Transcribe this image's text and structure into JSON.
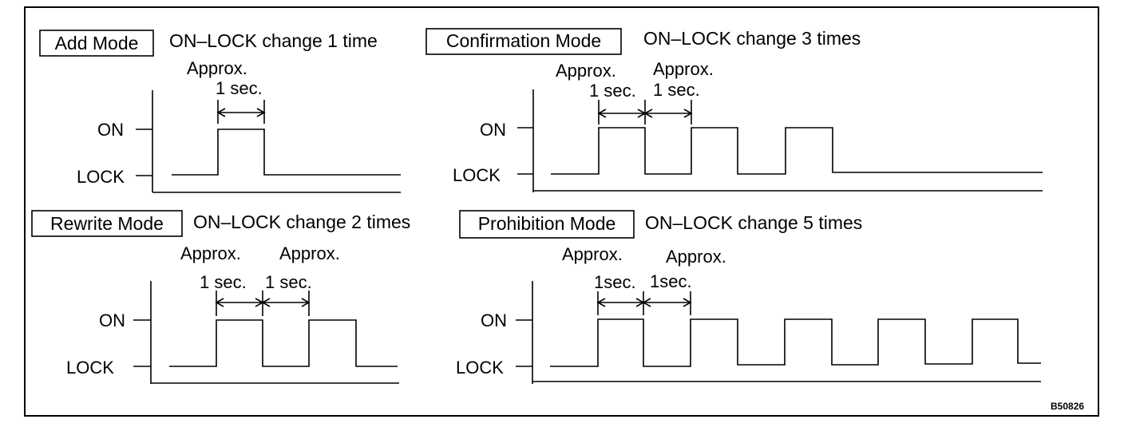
{
  "colors": {
    "ink": "#000000",
    "paper": "#ffffff"
  },
  "figure_code": "B50826",
  "levels": {
    "high": "ON",
    "low": "LOCK"
  },
  "panels": [
    {
      "mode": "Add Mode",
      "description": "ON–LOCK change 1 time",
      "pulse_count": 1,
      "intervals": [
        {
          "approx": "Approx.",
          "duration": "1 sec."
        }
      ]
    },
    {
      "mode": "Confirmation Mode",
      "description": "ON–LOCK change 3 times",
      "pulse_count": 3,
      "intervals": [
        {
          "approx": "Approx.",
          "duration": "1 sec."
        },
        {
          "approx": "Approx.",
          "duration": "1 sec."
        }
      ]
    },
    {
      "mode": "Rewrite Mode",
      "description": "ON–LOCK change 2 times",
      "pulse_count": 2,
      "intervals": [
        {
          "approx": "Approx.",
          "duration": "1 sec."
        },
        {
          "approx": "Approx.",
          "duration": "1 sec."
        }
      ]
    },
    {
      "mode": "Prohibition Mode",
      "description": "ON–LOCK change 5 times",
      "pulse_count": 5,
      "intervals": [
        {
          "approx": "Approx.",
          "duration": "1sec."
        },
        {
          "approx": "Approx.",
          "duration": "1sec."
        }
      ]
    }
  ]
}
